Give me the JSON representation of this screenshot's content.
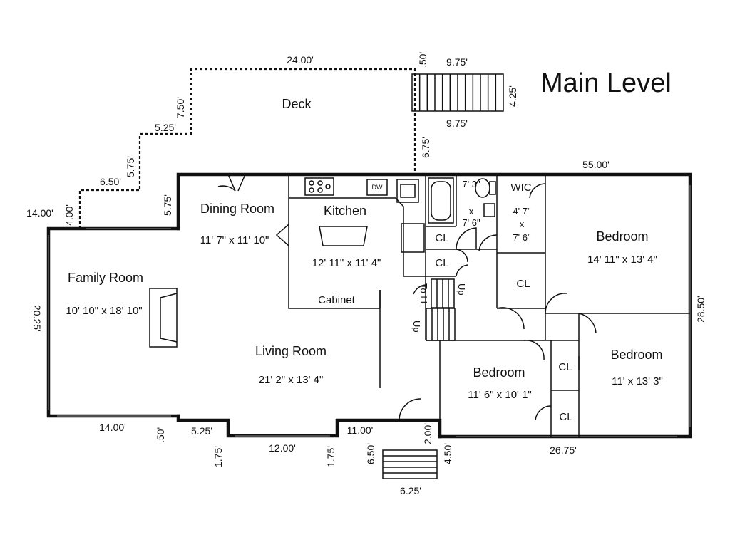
{
  "title": "Main Level",
  "rooms": {
    "deck": "Deck",
    "dining": "Dining Room",
    "dining_size": "11' 7\" x 11' 10\"",
    "kitchen": "Kitchen",
    "kitchen_size": "12' 11\" x 11' 4\"",
    "family": "Family Room",
    "family_size": "10' 10\" x 18' 10\"",
    "living": "Living Room",
    "living_size": "21' 2\" x 13' 4\"",
    "cabinet": "Cabinet",
    "bath_w": "7' 3\"",
    "bath_x": "x",
    "bath_h": "7' 6\"",
    "wic": "WIC",
    "wic_w": "4' 7\"",
    "wic_x": "x",
    "wic_h": "7' 6\"",
    "master": "Bedroom",
    "master_size": "14' 11\" x 13' 4\"",
    "bed2": "Bedroom",
    "bed2_size": "11' 6\" x 10' 1\"",
    "bed3": "Bedroom",
    "bed3_size": "11' x 13' 3\"",
    "cl": "CL",
    "to_ll": "To LL",
    "up": "Up",
    "dw": "DW"
  },
  "dims": {
    "d2400": "24.00'",
    "d050a": ".50'",
    "d975a": "9.75'",
    "d425": "4.25'",
    "d975b": "9.75'",
    "d750": "7.50'",
    "d525a": "5.25'",
    "d675": "6.75'",
    "d575a": "5.75'",
    "d650a": "6.50'",
    "d5500": "55.00'",
    "d1400a": "14.00'",
    "d400": "4.00'",
    "d575b": "5.75'",
    "d2025": "20.25'",
    "d2850": "28.50'",
    "d1400b": "14.00'",
    "d050b": ".50'",
    "d525b": "5.25'",
    "d175a": "1.75'",
    "d1200": "12.00'",
    "d175b": "1.75'",
    "d1100": "11.00'",
    "d650b": "6.50'",
    "d200": "2.00'",
    "d450": "4.50'",
    "d625": "6.25'",
    "d2675": "26.75'"
  }
}
